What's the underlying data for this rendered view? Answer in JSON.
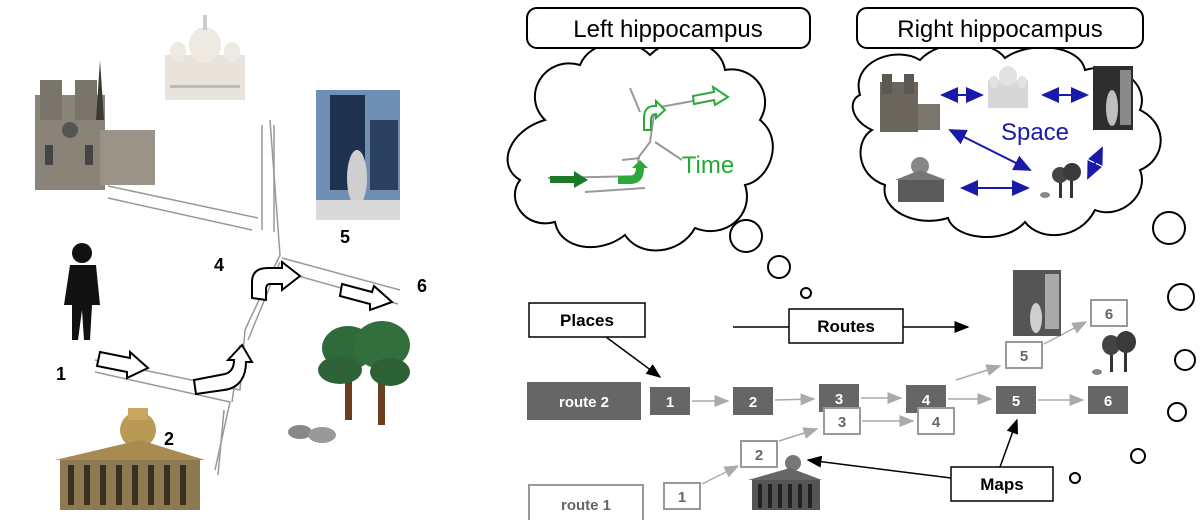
{
  "left_panel": {
    "waypoints": [
      "1",
      "2",
      "4",
      "5",
      "6"
    ]
  },
  "bubbles": {
    "left_title": "Left hippocampus",
    "right_title": "Right hippocampus",
    "time_label": "Time",
    "space_label": "Space"
  },
  "lower": {
    "places_label": "Places",
    "routes_label": "Routes",
    "maps_label": "Maps",
    "route2_label": "route 2",
    "route1_label": "route 1",
    "route2_nodes": [
      "1",
      "2",
      "3",
      "4",
      "5",
      "6"
    ],
    "route1_nodes": [
      "1",
      "2",
      "3",
      "4",
      "5",
      "6"
    ]
  },
  "colors": {
    "route2_fill": "#666666",
    "route1_stroke": "#999999",
    "time_green": "#22aa33",
    "space_blue": "#1a1aaa"
  }
}
